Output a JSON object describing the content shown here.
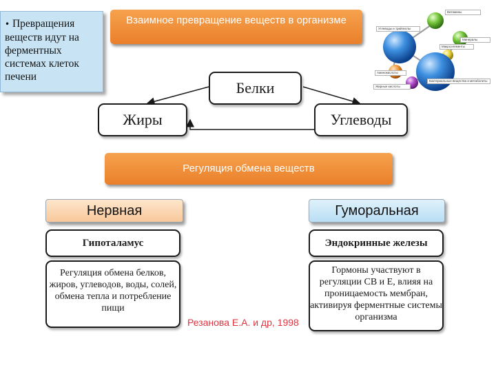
{
  "note": {
    "bullet": "•",
    "text": "Превращения веществ идут на ферментных системах клеток печени"
  },
  "banners": {
    "conversion": "Взаимное превращение веществ в организме",
    "regulation": "Регуляция обмена веществ"
  },
  "nodes": {
    "proteins": "Белки",
    "fats": "Жиры",
    "carbohydrates": "Углеводы"
  },
  "nervous": {
    "title": "Нервная",
    "center": "Гипоталамус",
    "description": "Регуляция обмена белков, жиров, углеводов, воды, солей, обмена тепла и потребление пищи"
  },
  "humoral": {
    "title": "Гуморальная",
    "center": "Эндокринные железы",
    "description": "Гормоны участвуют в регуляции СВ и Е, влияя на проницаемость мембран, активируя ферментные системы организма"
  },
  "citation": "Резанова Е.А. и др, 1998",
  "illustration": {
    "labels": [
      "Витамины",
      "Углеводы и трийлиглы",
      "Минералы",
      "Макроэлементы",
      "Аминокислоты",
      "Жирные кислоты",
      "Бактериальные вещества и метаболиты"
    ]
  },
  "colors": {
    "banner": "#ea7f2a",
    "note_bg": "#c8e4f4",
    "nervous_bg": "#f8c89a",
    "humoral_bg": "#b9def4",
    "citation": "#e0333f"
  }
}
